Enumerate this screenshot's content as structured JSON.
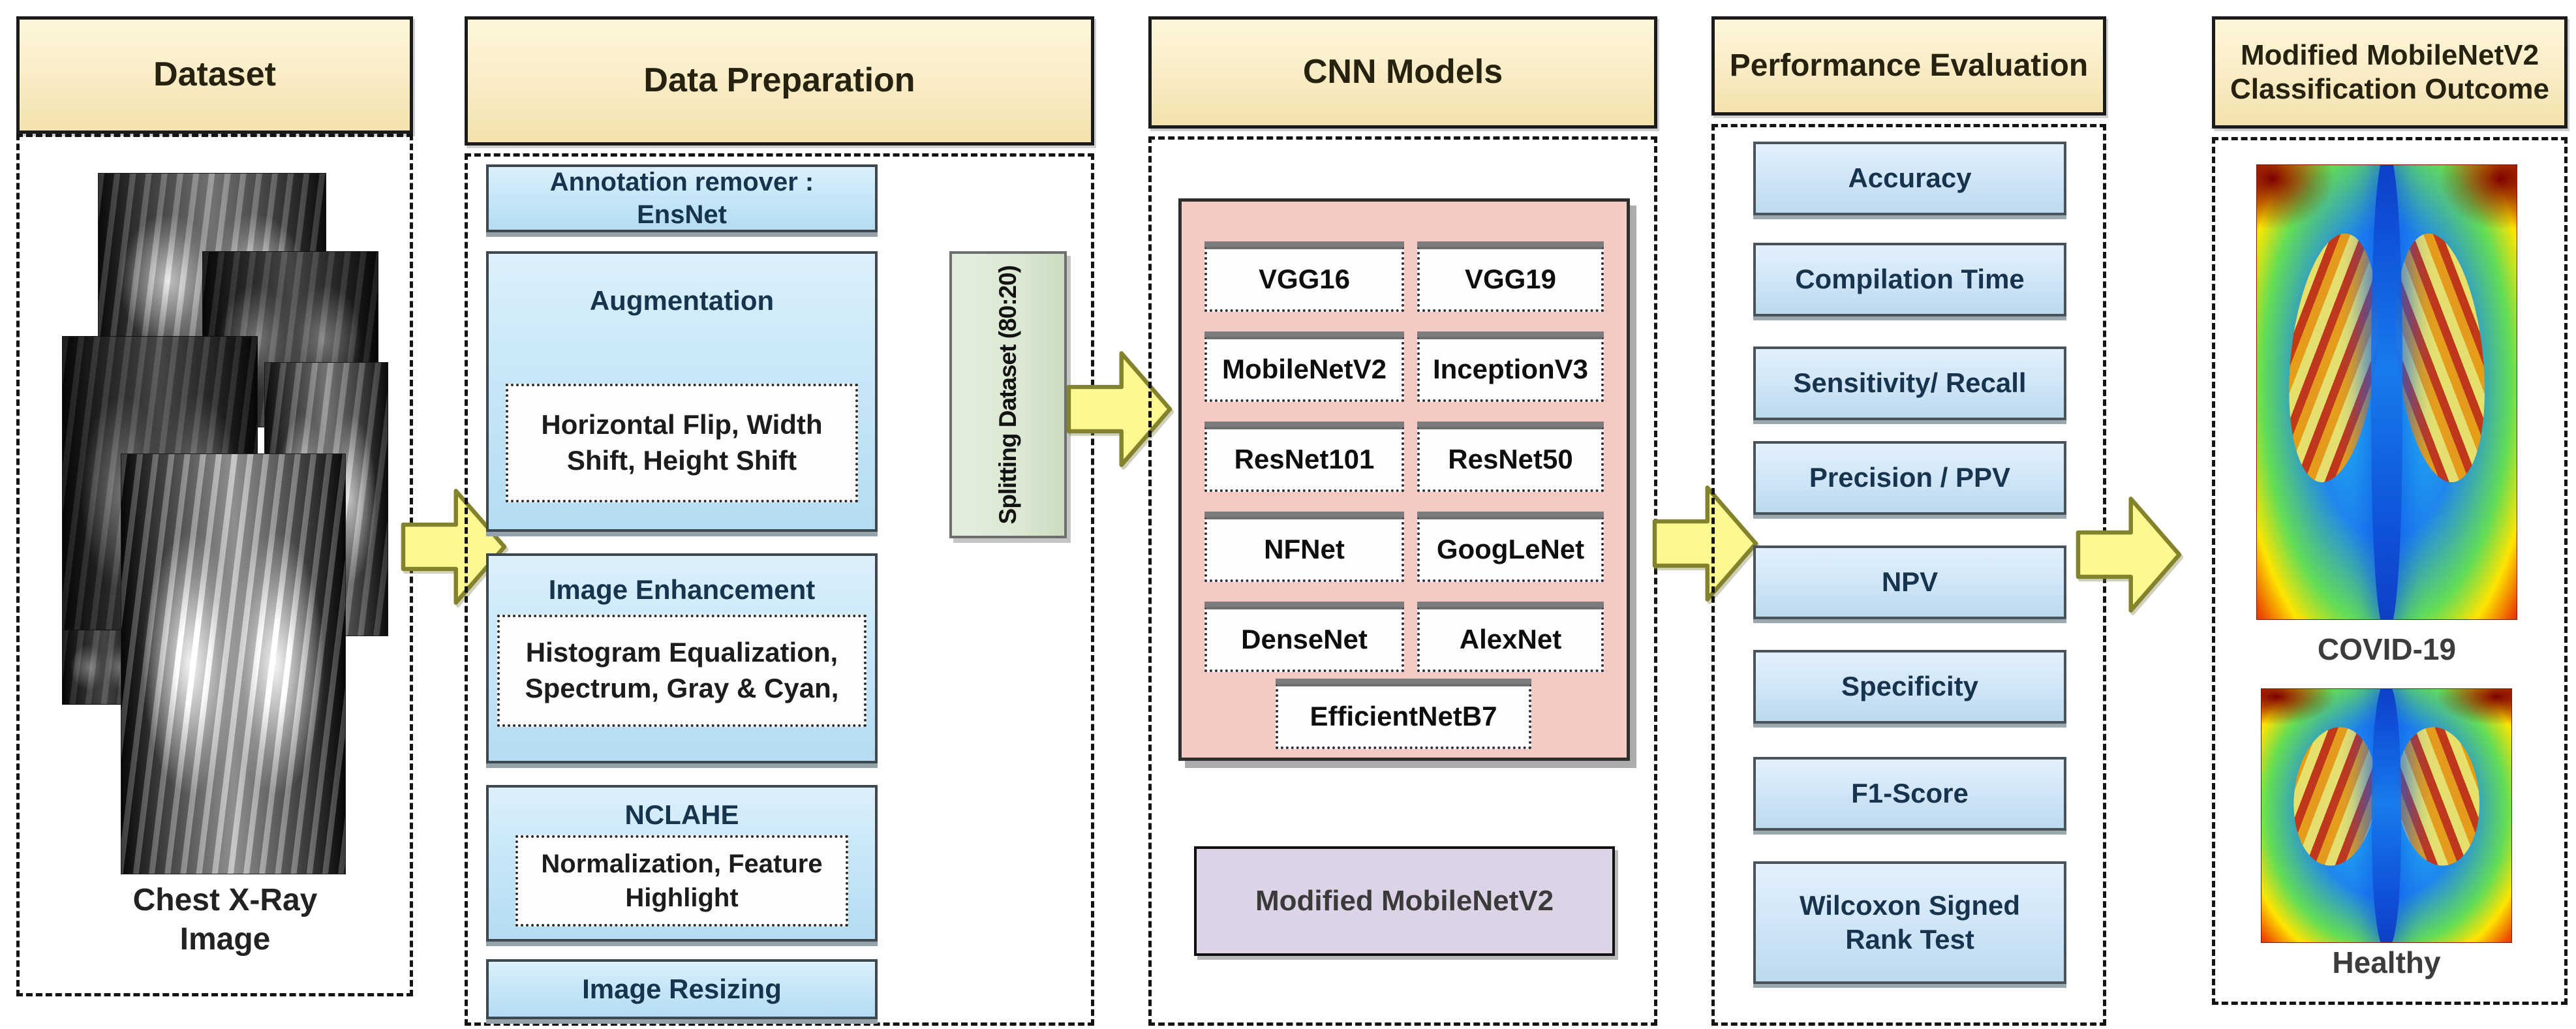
{
  "dataset": {
    "header": "Dataset",
    "caption_line1": "Chest X-Ray",
    "caption_line2": "Image"
  },
  "prep": {
    "header": "Data Preparation",
    "annotation_line1": "Annotation remover :",
    "annotation_line2": "EnsNet",
    "augmentation_title": "Augmentation",
    "augmentation_detail": "Horizontal Flip, Width Shift, Height Shift",
    "enhancement_title": "Image Enhancement",
    "enhancement_detail": "Histogram Equalization, Spectrum, Gray & Cyan,",
    "nclahe_title": "NCLAHE",
    "nclahe_detail": "Normalization, Feature Highlight",
    "resizing_title": "Image Resizing",
    "splitting_label": "Splitting Dataset  (80:20)"
  },
  "cnn": {
    "header": "CNN Models",
    "models": [
      "VGG16",
      "VGG19",
      "MobileNetV2",
      "InceptionV3",
      "ResNet101",
      "ResNet50",
      "NFNet",
      "GoogLeNet",
      "DenseNet",
      "AlexNet",
      "EfficientNetB7"
    ],
    "modified_model": "Modified MobileNetV2"
  },
  "evaluation": {
    "header": "Performance Evaluation",
    "metrics": [
      "Accuracy",
      "Compilation Time",
      "Sensitivity/ Recall",
      "Precision / PPV",
      "NPV",
      "Specificity",
      "F1-Score",
      "Wilcoxon Signed Rank Test"
    ]
  },
  "outcome": {
    "header_line1": "Modified MobileNetV2",
    "header_line2": "Classification Outcome",
    "label_covid": "COVID-19",
    "label_healthy": "Healthy"
  },
  "colors": {
    "header_bg": "#faeec9",
    "step_box": "#c9e8f8",
    "metric_box": "#d3e7f8",
    "green_box": "#dbe8d3",
    "pink_panel": "#f5c9c4",
    "purple_box": "#dcd3e6",
    "arrow_fill": "#fbf98f",
    "arrow_stroke": "#83832d"
  }
}
